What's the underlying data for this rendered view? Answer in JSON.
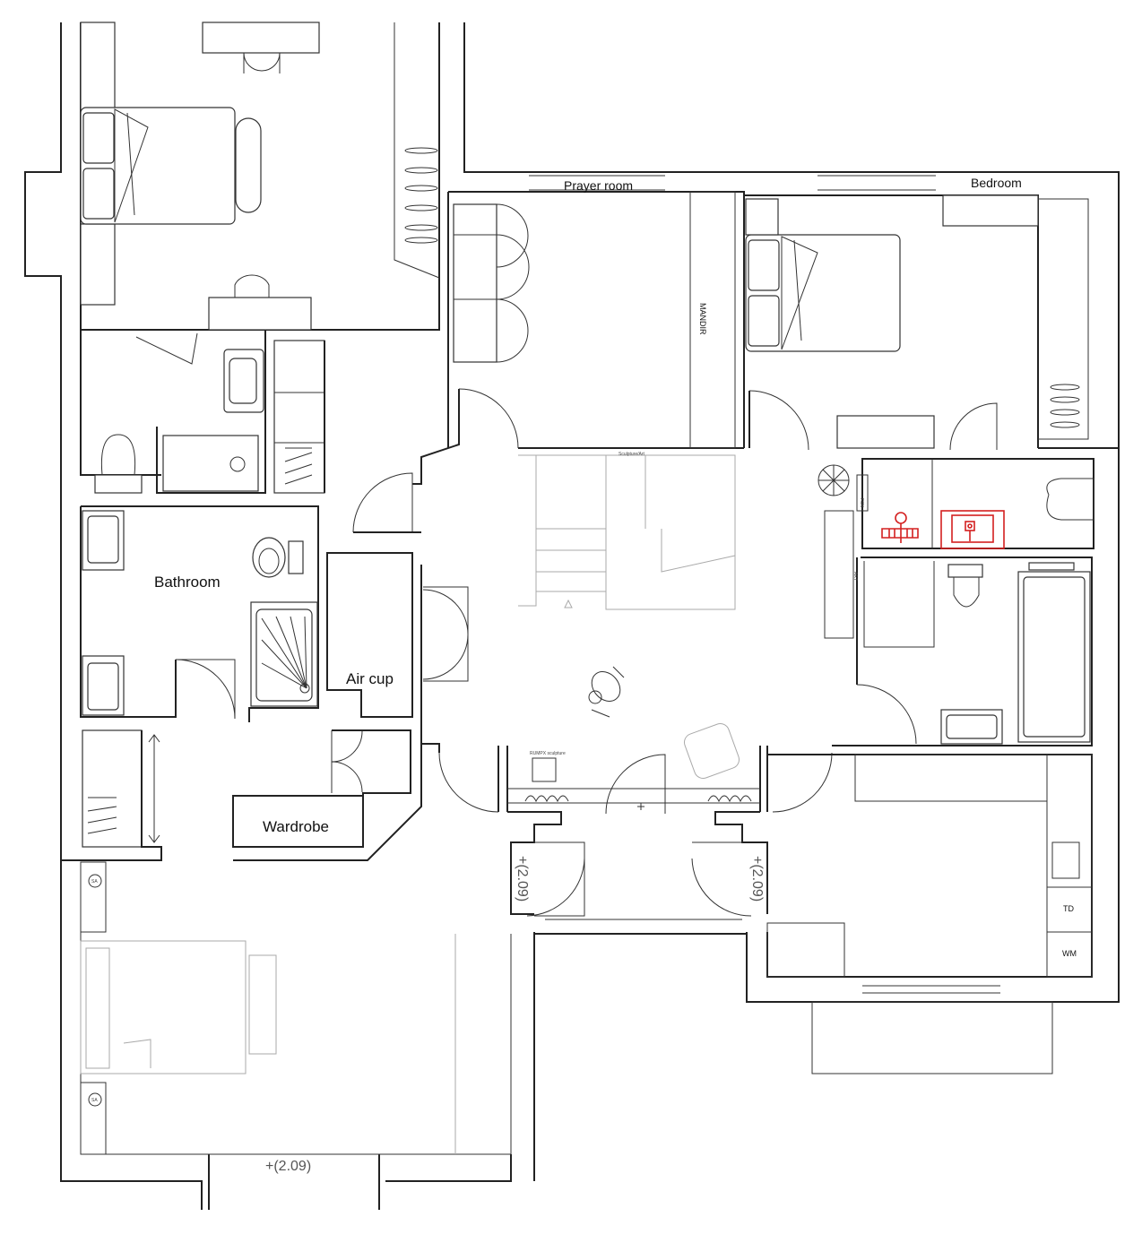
{
  "rooms": {
    "prayer_room": "Prayer room",
    "bedroom": "Bedroom",
    "bathroom": "Bathroom",
    "air_cup": "Air cup",
    "wardrobe": "Wardrobe"
  },
  "annotations": {
    "mandir": "MANDIR",
    "sculpture_top": "Sculpture/Art",
    "sculpture_plinth": "RUMPX sculpture",
    "side_art": "ART",
    "side_table": "FSN",
    "smoke_alarm_1": "SA",
    "smoke_alarm_2": "SA",
    "tumble_dryer": "TD",
    "washing_machine": "WM"
  },
  "levels": {
    "entrance_left": "+(2.09)",
    "entrance_right": "+(2.09)",
    "bottom": "+(2.09)"
  },
  "colors": {
    "line": "#222222",
    "highlight": "#d42020",
    "faint": "#aaaaaa"
  }
}
